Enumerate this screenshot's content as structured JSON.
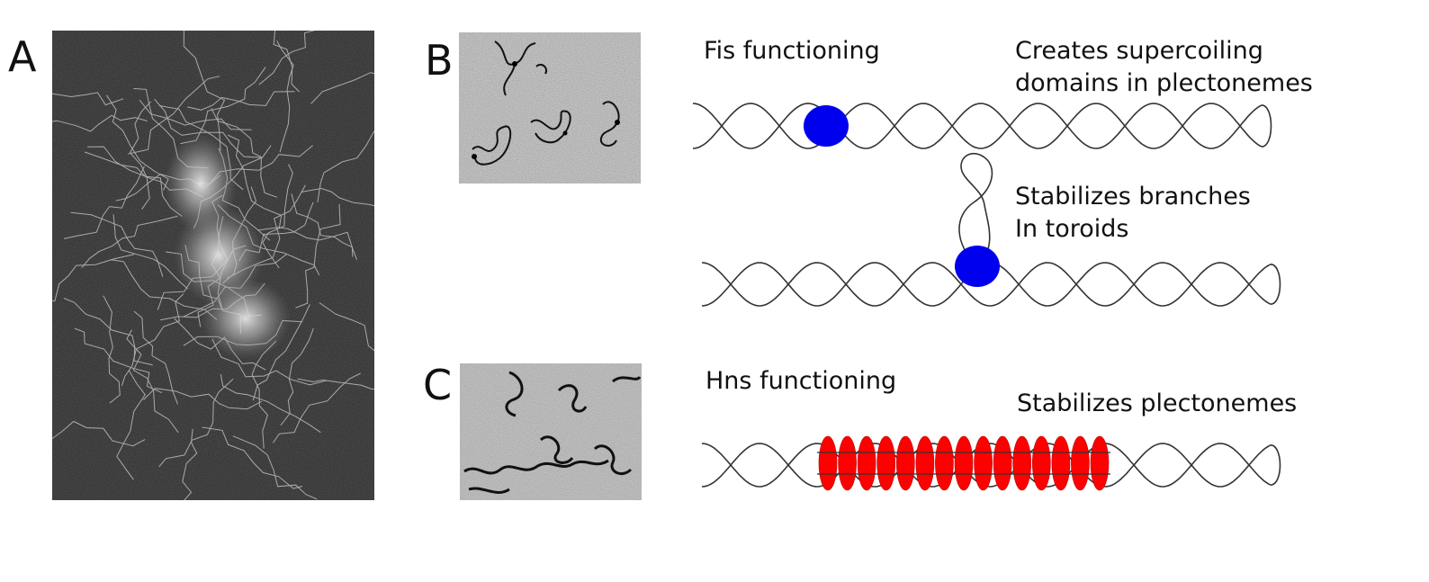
{
  "panels": {
    "a": {
      "letter": "A"
    },
    "b": {
      "letter": "B"
    },
    "c": {
      "letter": "C"
    }
  },
  "fis": {
    "heading": "Fis functioning",
    "note1": [
      "Creates supercoiling",
      "domains in plectonemes"
    ],
    "note2": [
      "Stabilizes branches",
      "In toroids"
    ],
    "protein_color": "#0000ee"
  },
  "hns": {
    "heading": "Hns functioning",
    "note": "Stabilizes plectonemes",
    "protein_color": "#ff0000",
    "protein_count": 15
  },
  "colors": {
    "dna_strand": "#333333",
    "micrograph_dark": "#2b2b2b",
    "micrograph_light": "#dcdcdc"
  }
}
